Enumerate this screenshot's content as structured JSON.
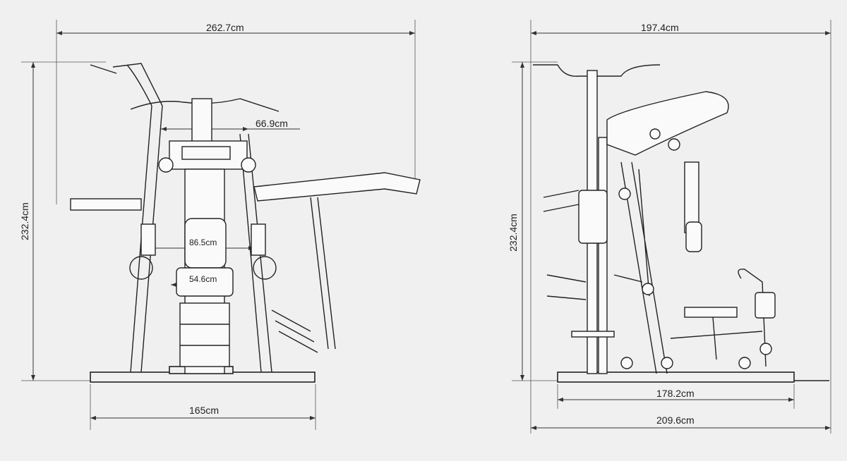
{
  "front_view": {
    "overall_width": "262.7cm",
    "overall_height": "232.4cm",
    "base_width": "165cm",
    "upper_width": "66.9cm",
    "seat_area_width": "86.5cm",
    "seat_width": "54.6cm"
  },
  "side_view": {
    "overall_depth": "197.4cm",
    "overall_height": "232.4cm",
    "base_length": "178.2cm",
    "total_length": "209.6cm"
  }
}
